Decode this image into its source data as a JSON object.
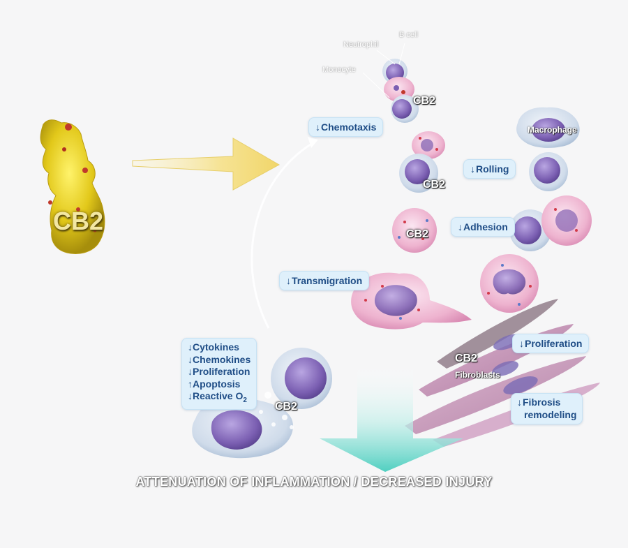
{
  "receptor": {
    "label": "CB2"
  },
  "blood_cells": {
    "neutrophil": "Neutrophil",
    "b_cell": "B cell",
    "monocyte": "Monocyte",
    "cb2": "CB2"
  },
  "macrophage": {
    "label": "Macrophage"
  },
  "callouts": {
    "chemotaxis": "Chemotaxis",
    "rolling": "Rolling",
    "adhesion": "Adhesion",
    "transmigration": "Transmigration",
    "proliferation": "Proliferation",
    "fibrosis_line1": "Fibrosis",
    "fibrosis_line2": "remodeling"
  },
  "arrows": {
    "down": "↓",
    "up": "↑"
  },
  "cb2_labels": {
    "rolling": "CB2",
    "adhesion": "CB2",
    "fibroblast": "CB2",
    "bottom_left": "CB2"
  },
  "fibroblasts": {
    "label": "Fibroblasts"
  },
  "effects_box": {
    "items": [
      "Cytokines",
      "Chemokines",
      "Proliferation",
      "Apoptosis",
      "Reactive O"
    ],
    "subscript": "2"
  },
  "footer": {
    "text": "ATTENUATION OF INFLAMMATION / DECREASED INJURY"
  },
  "colors": {
    "callout_bg": "#dff0fb",
    "callout_text": "#1f4d86",
    "protein": "#e8d21c",
    "big_arrow": "#f6e089",
    "down_arrow": "#5fd6c8",
    "cell_pink": "#e8a7c8",
    "nucleus_purple": "#7e64b4",
    "fibroblast": "#b878a6"
  }
}
